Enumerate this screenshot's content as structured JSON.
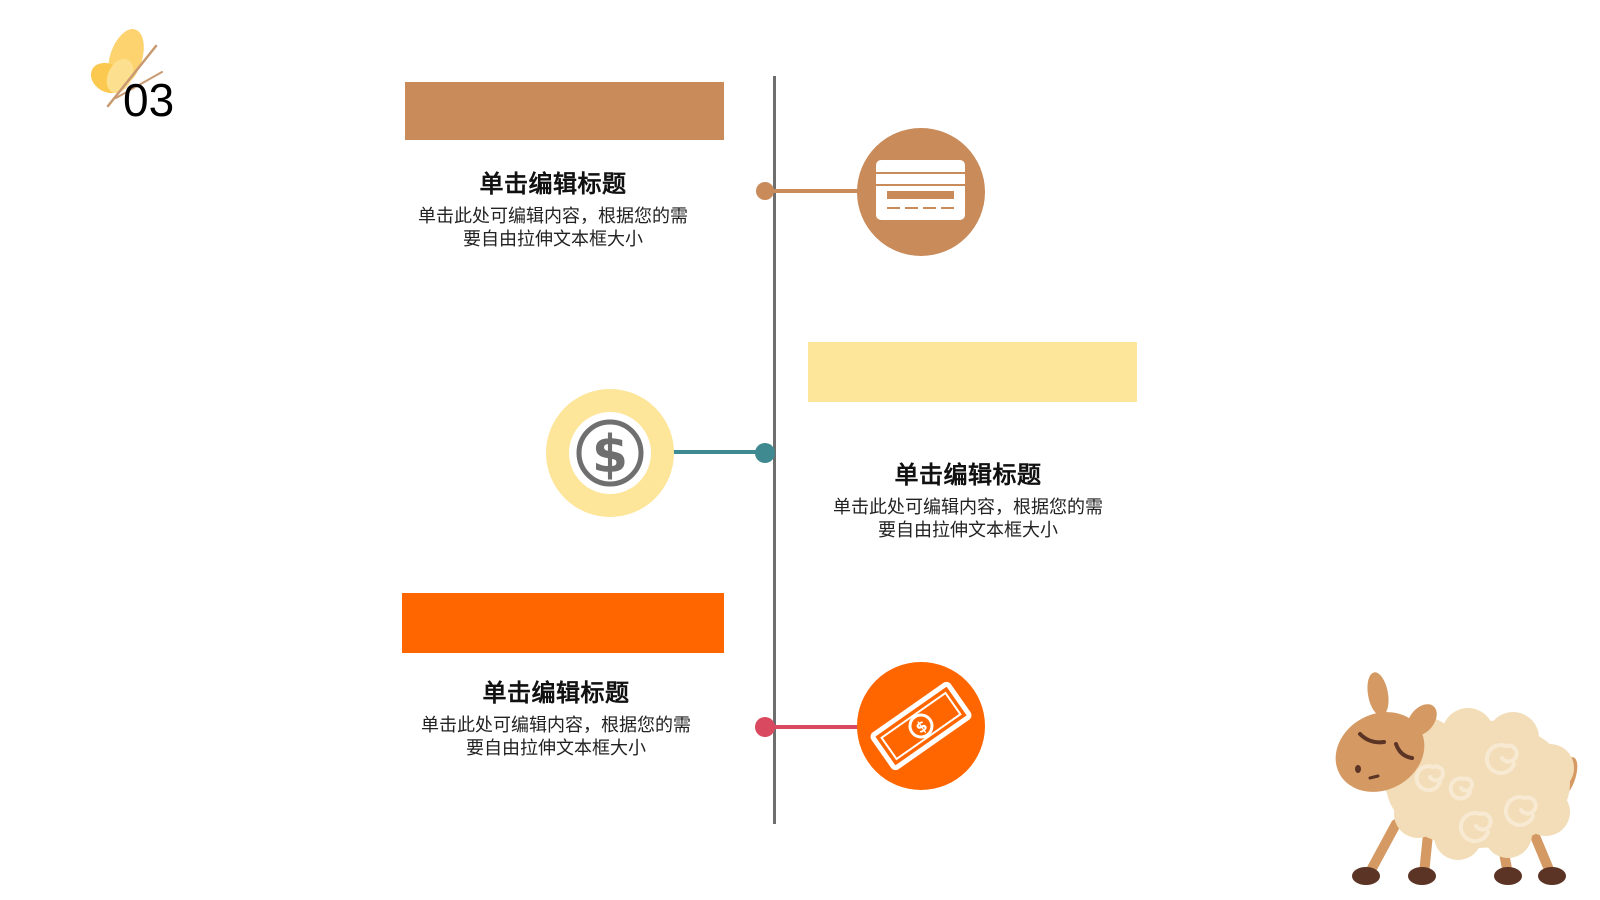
{
  "slide": {
    "number": "03",
    "decoration": "butterfly-icon",
    "mascot": "sheep-illustration"
  },
  "colors": {
    "timeline": "#6e6e6e",
    "brown": "#c98b5a",
    "yellow": "#fde599",
    "orange": "#ff6600",
    "teal": "#3e8a90",
    "pink": "#d9495f",
    "coin_gray": "#6f6f6f"
  },
  "items": [
    {
      "side": "left",
      "title": "单击编辑标题",
      "description_line1": "单击此处可编辑内容，根据您的需",
      "description_line2": "要自由拉伸文本框大小",
      "bar_color": "#c98b5a",
      "icon": "credit-card-icon",
      "icon_color": "#c98b5a",
      "connector_color": "#c98b5a"
    },
    {
      "side": "right",
      "title": "单击编辑标题",
      "description_line1": "单击此处可编辑内容，根据您的需",
      "description_line2": "要自由拉伸文本框大小",
      "bar_color": "#fde599",
      "icon": "dollar-coin-icon",
      "icon_color": "#fde599",
      "connector_color": "#3e8a90"
    },
    {
      "side": "left",
      "title": "单击编辑标题",
      "description_line1": "单击此处可编辑内容，根据您的需",
      "description_line2": "要自由拉伸文本框大小",
      "bar_color": "#ff6600",
      "icon": "banknote-icon",
      "icon_color": "#ff6600",
      "connector_color": "#d9495f"
    }
  ]
}
